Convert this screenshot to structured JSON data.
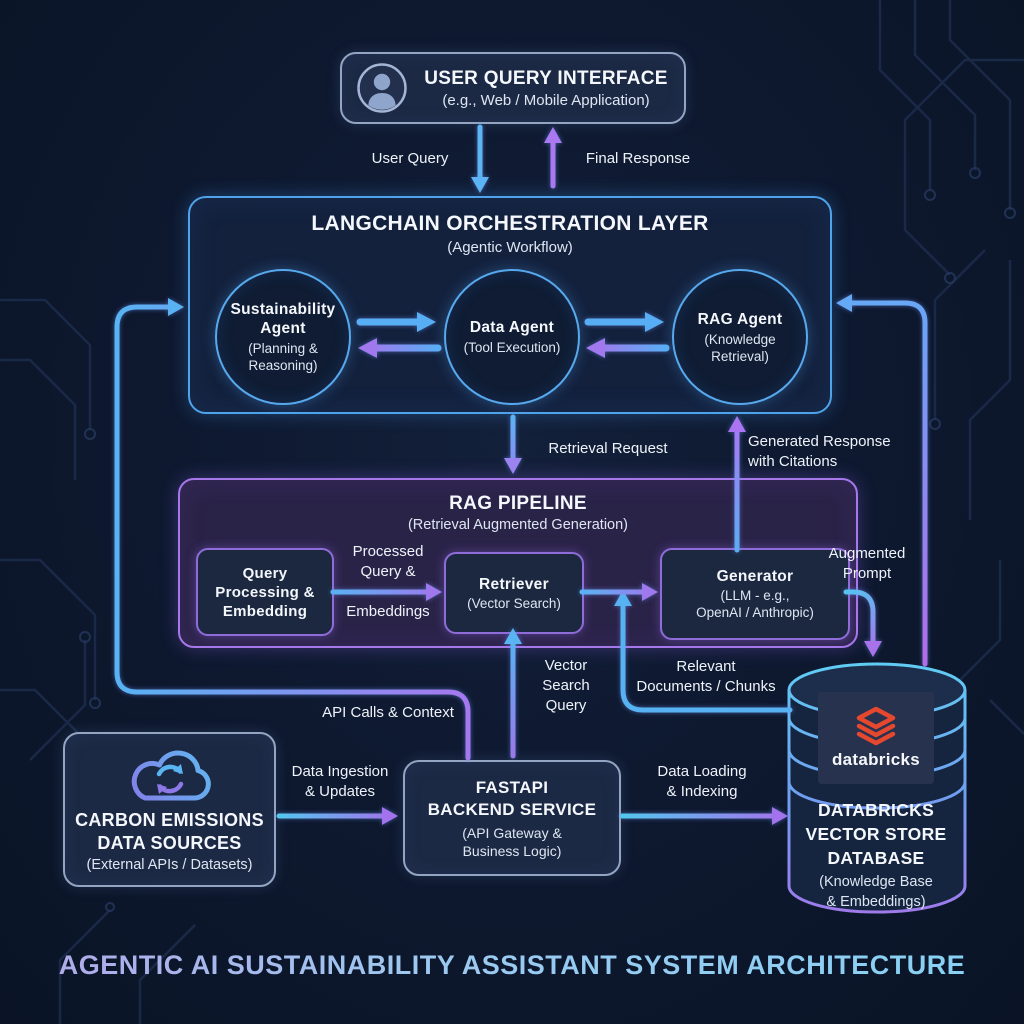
{
  "footer_title": "AGENTIC AI SUSTAINABILITY ASSISTANT SYSTEM ARCHITECTURE",
  "colors": {
    "background": "#0c1526",
    "accent_blue": "#58b2f2",
    "accent_purple": "#a678ea",
    "panel_navy": "#1c2944",
    "databricks_red": "#e5472f"
  },
  "nodes": {
    "user_interface": {
      "icon": "user-icon",
      "title": "USER QUERY INTERFACE",
      "subtitle": "(e.g., Web / Mobile Application)"
    },
    "orchestration": {
      "title": "LANGCHAIN ORCHESTRATION LAYER",
      "subtitle": "(Agentic Workflow)",
      "agents": [
        {
          "name": "Sustainability\nAgent",
          "detail": "(Planning &\nReasoning)"
        },
        {
          "name": "Data Agent",
          "detail": "(Tool Execution)"
        },
        {
          "name": "RAG Agent",
          "detail": "(Knowledge\nRetrieval)"
        }
      ]
    },
    "rag_pipeline": {
      "title": "RAG PIPELINE",
      "subtitle": "(Retrieval Augmented Generation)",
      "stages": [
        {
          "name": "Query\nProcessing &\nEmbedding"
        },
        {
          "name": "Retriever",
          "detail": "(Vector Search)"
        },
        {
          "name": "Generator",
          "detail": "(LLM - e.g.,\nOpenAI / Anthropic)"
        }
      ]
    },
    "data_sources": {
      "icon": "cloud-sync-icon",
      "title": "CARBON EMISSIONS\nDATA SOURCES",
      "subtitle": "(External APIs / Datasets)"
    },
    "backend": {
      "title": "FASTAPI\nBACKEND SERVICE",
      "subtitle": "(API Gateway &\nBusiness Logic)"
    },
    "vector_store": {
      "brand": "databricks",
      "title": "DATABRICKS\nVECTOR STORE\nDATABASE",
      "subtitle": "(Knowledge Base\n& Embeddings)"
    }
  },
  "edges": {
    "user_query": {
      "label": "User Query"
    },
    "final_response": {
      "label": "Final Response"
    },
    "api_calls": {
      "label": "API Calls & Context"
    },
    "retrieval_request": {
      "label": "Retrieval Request"
    },
    "generated_response": {
      "label": "Generated Response\nwith Citations"
    },
    "augmented_prompt": {
      "label": "Augmented\nPrompt"
    },
    "processed_query": {
      "label": "Processed\nQuery &\n\nEmbeddings"
    },
    "vector_search": {
      "label": "Vector\nSearch\nQuery"
    },
    "relevant_documents": {
      "label": "Relevant\nDocuments / Chunks"
    },
    "data_ingestion": {
      "label": "Data Ingestion\n& Updates"
    },
    "data_loading": {
      "label": "Data Loading\n& Indexing"
    }
  }
}
